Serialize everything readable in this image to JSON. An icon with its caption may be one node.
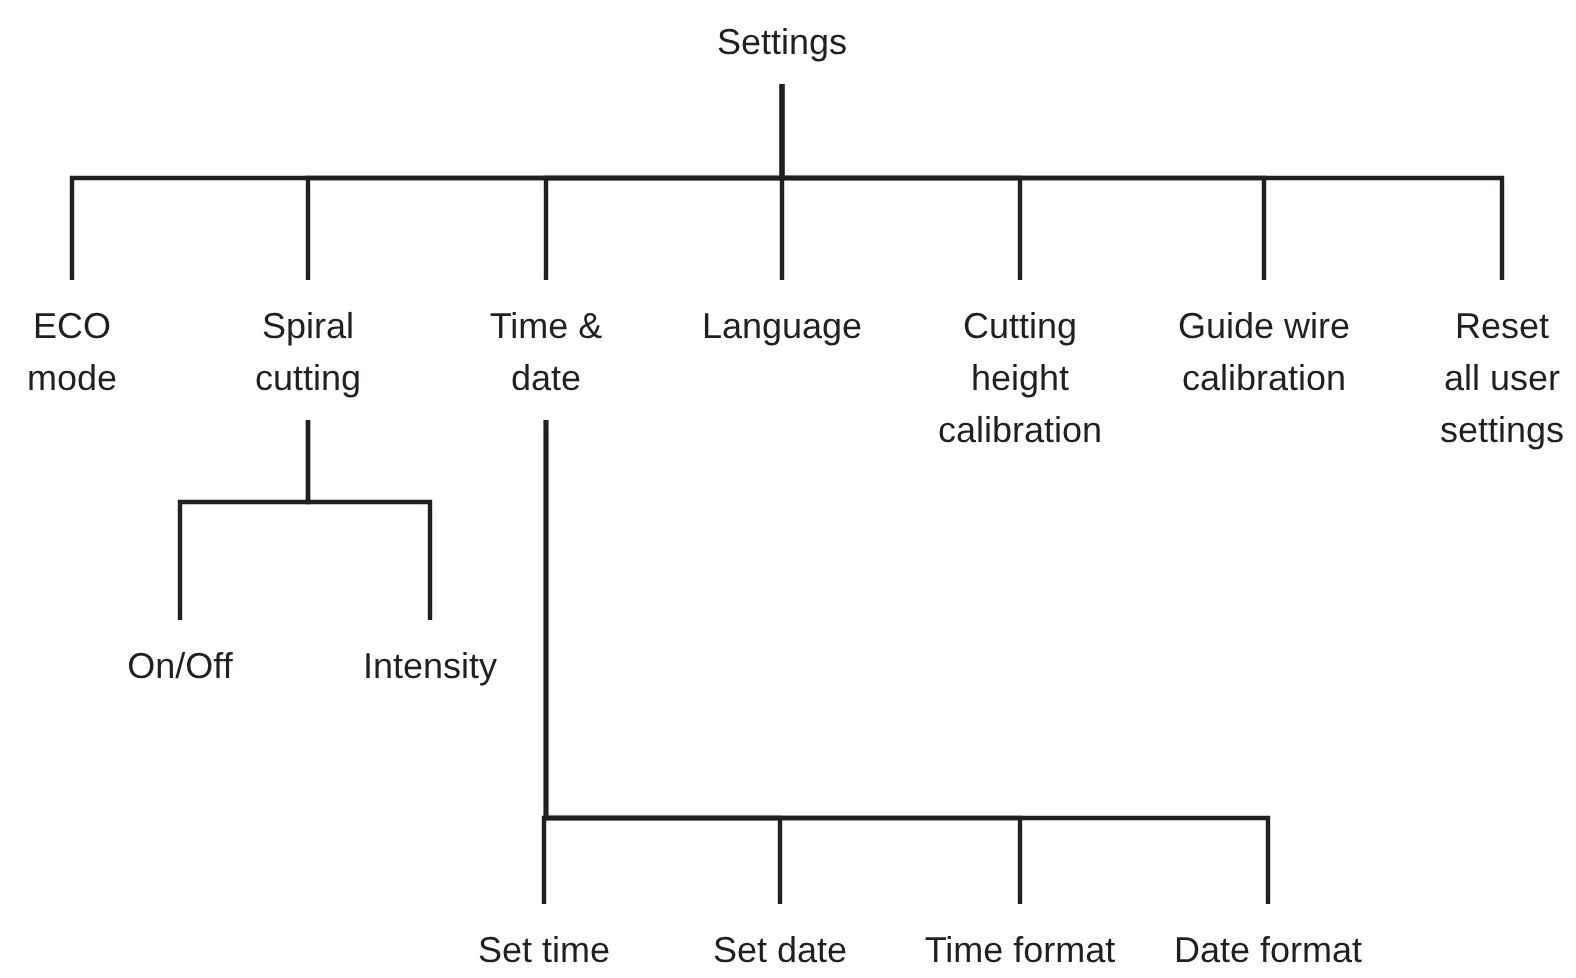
{
  "diagram": {
    "nodes": [
      {
        "text": [
          "Settings"
        ]
      },
      {
        "text": [
          "ECO mode"
        ]
      },
      {
        "text": [
          "Spiral cutting"
        ]
      },
      {
        "text": [
          "Time & date"
        ]
      },
      {
        "text": [
          "Language"
        ]
      },
      {
        "text": [
          "Cutting height calibration"
        ]
      },
      {
        "text": [
          "Guide wire calibration"
        ]
      },
      {
        "text": [
          "Reset all user settings"
        ]
      },
      {
        "text": [
          "On/Off"
        ]
      },
      {
        "text": [
          "Intensity"
        ]
      },
      {
        "text": [
          "Set time"
        ]
      },
      {
        "text": [
          "Set date"
        ]
      },
      {
        "text": [
          "Time format"
        ]
      },
      {
        "text": [
          "Date format"
        ]
      }
    ],
    "edges": [
      {
        "from": 0,
        "to": 1,
        "arrow": "none"
      },
      {
        "from": 0,
        "to": 2,
        "arrow": "none"
      },
      {
        "from": 0,
        "to": 3,
        "arrow": "none"
      },
      {
        "from": 0,
        "to": 4,
        "arrow": "none"
      },
      {
        "from": 0,
        "to": 5,
        "arrow": "none"
      },
      {
        "from": 0,
        "to": 6,
        "arrow": "none"
      },
      {
        "from": 0,
        "to": 7,
        "arrow": "none"
      },
      {
        "from": 2,
        "to": 8,
        "arrow": "none"
      },
      {
        "from": 2,
        "to": 9,
        "arrow": "none"
      },
      {
        "from": 3,
        "to": 10,
        "arrow": "none"
      },
      {
        "from": 3,
        "to": 11,
        "arrow": "none"
      },
      {
        "from": 3,
        "to": 12,
        "arrow": "none"
      },
      {
        "from": 3,
        "to": 13,
        "arrow": "none"
      }
    ]
  }
}
